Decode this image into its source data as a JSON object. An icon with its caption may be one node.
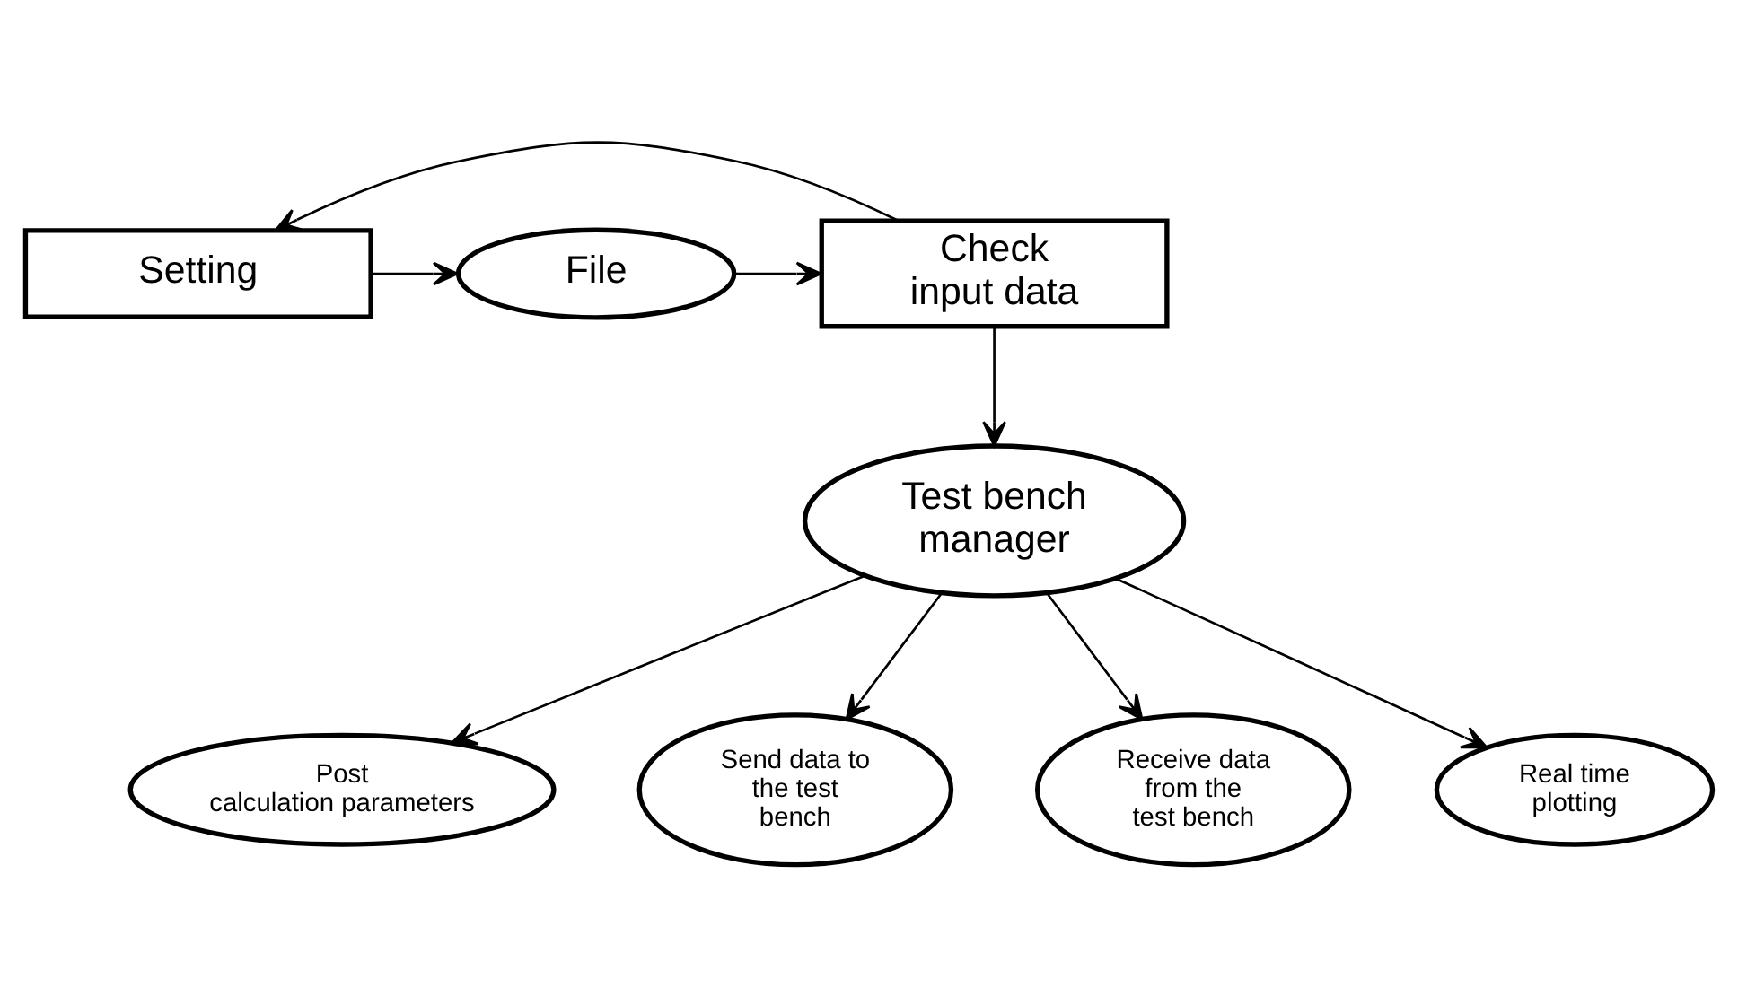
{
  "diagram": {
    "nodes": [
      {
        "text": [
          "Setting"
        ]
      },
      {
        "text": [
          "File"
        ]
      },
      {
        "text": [
          "Check input data"
        ]
      },
      {
        "text": [
          "Test bench manager"
        ]
      },
      {
        "text": [
          "Post calculation parameters"
        ]
      },
      {
        "text": [
          "Send data to the test bench"
        ]
      },
      {
        "text": [
          "Receive data from the test bench"
        ]
      },
      {
        "text": [
          "Real time plotting"
        ]
      }
    ],
    "edges": [
      {
        "from": 0,
        "to": 1,
        "arrow": "to"
      },
      {
        "from": 1,
        "to": 2,
        "arrow": "to"
      },
      {
        "from": 2,
        "to": 0,
        "arrow": "to"
      },
      {
        "from": 2,
        "to": 3,
        "arrow": "to"
      },
      {
        "from": 3,
        "to": 4,
        "arrow": "to"
      },
      {
        "from": 3,
        "to": 5,
        "arrow": "to"
      },
      {
        "from": 3,
        "to": 6,
        "arrow": "to"
      },
      {
        "from": 3,
        "to": 7,
        "arrow": "to"
      }
    ]
  }
}
